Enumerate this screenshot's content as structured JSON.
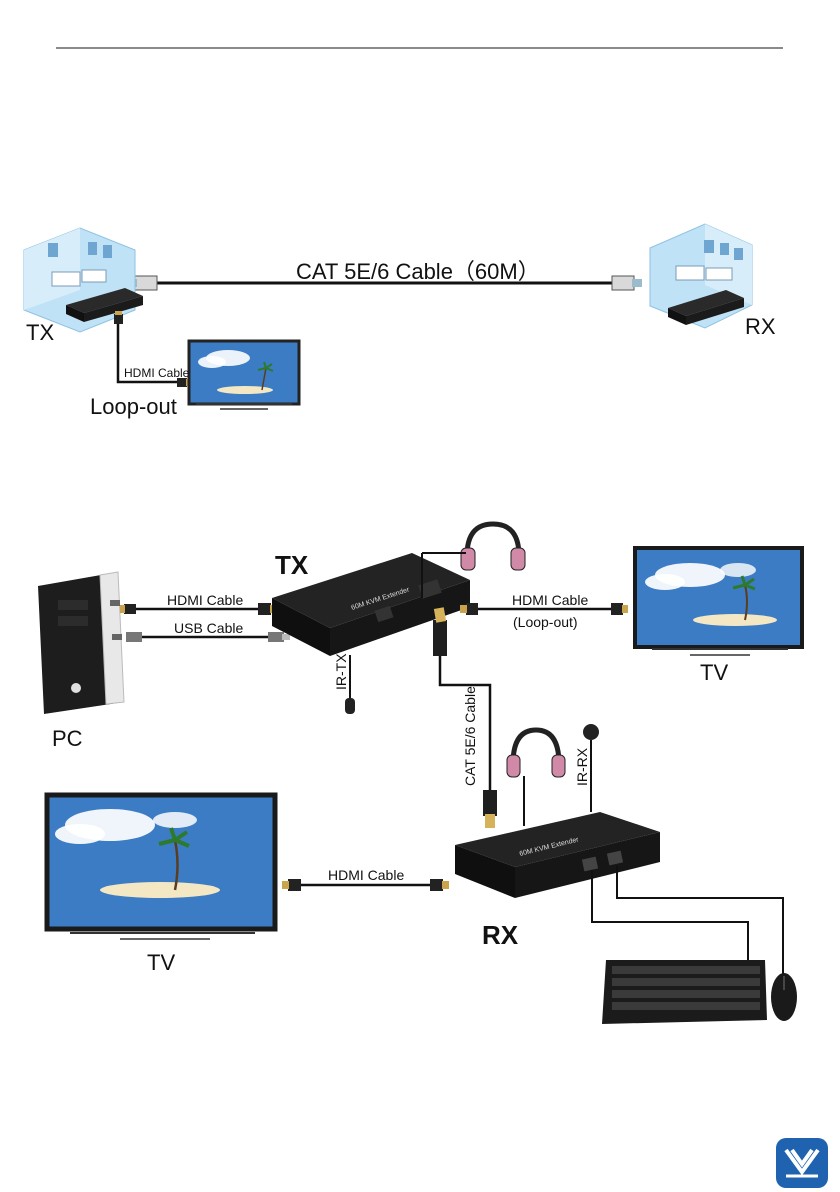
{
  "top_diagram": {
    "main_cable": "CAT 5E/6 Cable（60M）",
    "tx_label": "TX",
    "rx_label": "RX",
    "hdmi_cable": "HDMI Cable",
    "loop_out": "Loop-out"
  },
  "bottom_diagram": {
    "tx_label": "TX",
    "rx_label": "RX",
    "pc_label": "PC",
    "tv_right_label": "TV",
    "tv_left_label": "TV",
    "pc_hdmi_cable": "HDMI Cable",
    "pc_usb_cable": "USB Cable",
    "loop_hdmi_cable": "HDMI Cable",
    "loop_note": "(Loop-out)",
    "ir_tx": "IR-TX",
    "ir_rx": "IR-RX",
    "cat_cable": "CAT 5E/6 Cable",
    "rx_hdmi_cable": "HDMI Cable",
    "device_name": "60M KVM Extender"
  },
  "colors": {
    "device": "#1c1c1c",
    "cable": "#111111",
    "sky": "#3c7cc4",
    "room": "#a9d3ef",
    "logo": "#1f63b0"
  },
  "icons": [
    "room-icon",
    "hdmi-connector-icon",
    "rj45-connector-icon",
    "tv-icon",
    "headphones-icon",
    "pc-tower-icon",
    "keyboard-icon",
    "mouse-icon",
    "ir-sensor-icon",
    "brand-logo"
  ]
}
